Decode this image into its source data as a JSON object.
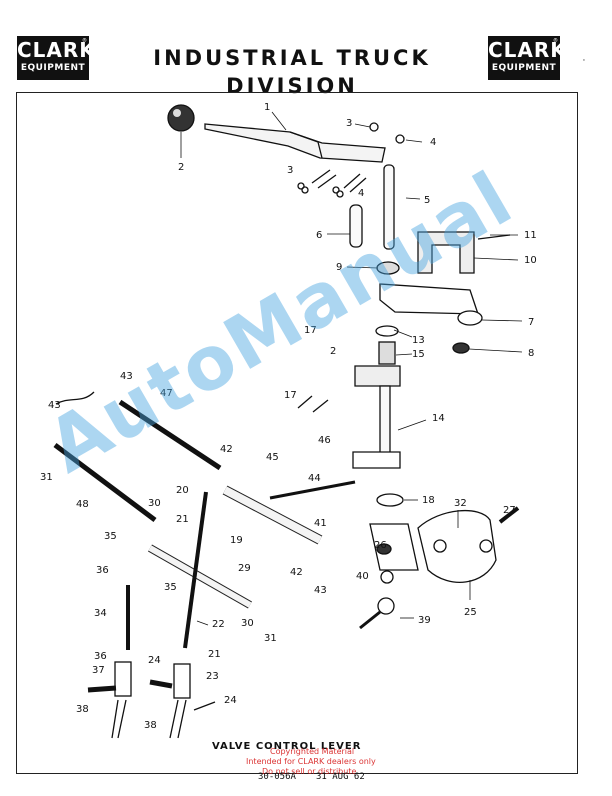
{
  "header": {
    "title": "INDUSTRIAL TRUCK DIVISION",
    "logo_brand": "CLARK",
    "logo_sub": "EQUIPMENT",
    "registered_mark": "®"
  },
  "diagram": {
    "caption": "VALVE CONTROL LEVER",
    "callouts": [
      "1",
      "2",
      "3",
      "4",
      "3",
      "4",
      "5",
      "6",
      "9",
      "11",
      "10",
      "7",
      "8",
      "17",
      "2",
      "13",
      "15",
      "14",
      "17",
      "46",
      "18",
      "43",
      "47",
      "43",
      "31",
      "42",
      "45",
      "44",
      "48",
      "30",
      "20",
      "21",
      "19",
      "41",
      "32",
      "27",
      "35",
      "36",
      "35",
      "29",
      "26",
      "42",
      "43",
      "40",
      "25",
      "34",
      "22",
      "31",
      "30",
      "39",
      "36",
      "21",
      "24",
      "23",
      "37",
      "24",
      "38",
      "38"
    ]
  },
  "footer": {
    "doc_number": "30-056A",
    "date": "31 AUG 62"
  },
  "overlays": {
    "watermark": "AutoManual",
    "stamp_lines": [
      "Copyrighted Material",
      "Intended for CLARK dealers only",
      "Do not sell or distribute"
    ],
    "margin_mark": "'"
  },
  "colors": {
    "watermark": "#46A5E1",
    "stamp": "#D71E1E",
    "ink": "#111111"
  }
}
